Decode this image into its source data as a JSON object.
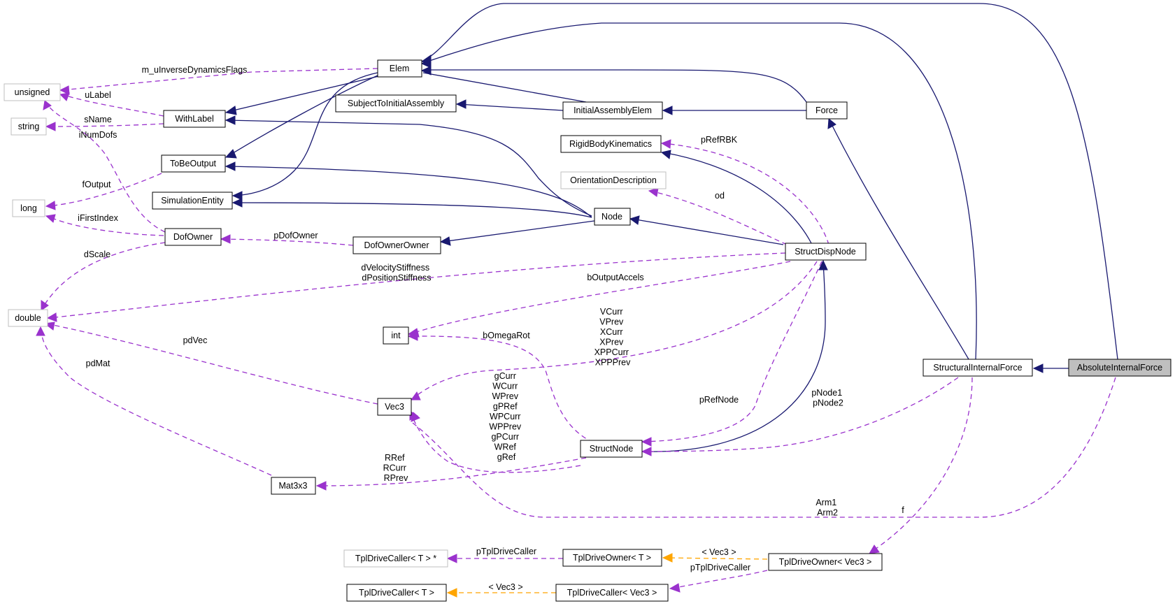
{
  "nodes": {
    "unsigned": "unsigned",
    "string": "string",
    "long": "long",
    "double": "double",
    "elem": "Elem",
    "withlabel": "WithLabel",
    "tobeoutput": "ToBeOutput",
    "simulationentity": "SimulationEntity",
    "dofowner": "DofOwner",
    "subjecttoinitialassembly": "SubjectToInitialAssembly",
    "initialassemblyelem": "InitialAssemblyElem",
    "force": "Force",
    "rigidbodykinematics": "RigidBodyKinematics",
    "orientationdescription": "OrientationDescription",
    "node": "Node",
    "dofownerowner": "DofOwnerOwner",
    "structdispnode": "StructDispNode",
    "int": "int",
    "vec3": "Vec3",
    "structnode": "StructNode",
    "mat3x3": "Mat3x3",
    "structuralinternalforce": "StructuralInternalForce",
    "absoluteinternalforce": "AbsoluteInternalForce",
    "tpldrivecaller_ptr": "TplDriveCaller< T > *",
    "tpldriveowner_t": "TplDriveOwner< T >",
    "tpldriveowner_vec3": "TplDriveOwner< Vec3 >",
    "tpldrivecaller_t": "TplDriveCaller< T >",
    "tpldrivecaller_vec3": "TplDriveCaller< Vec3 >"
  },
  "edge_labels": {
    "m_uinversedynamicsflags": [
      "m_uInverseDynamicsFlags"
    ],
    "ulabel": [
      "uLabel"
    ],
    "snmae": [
      "sName"
    ],
    "inumdofs": [
      "iNumDofs"
    ],
    "foutput": [
      "fOutput"
    ],
    "ifirstindex": [
      "iFirstIndex"
    ],
    "pdofowner": [
      "pDofOwner"
    ],
    "dscale": [
      "dScale"
    ],
    "dstiffness": [
      "dVelocityStiffness",
      "dPositionStiffness"
    ],
    "boutputaccels": [
      "bOutputAccels"
    ],
    "prefrbk": [
      "pRefRBK"
    ],
    "od": [
      "od"
    ],
    "vcurr_group": [
      "VCurr",
      "VPrev",
      "XCurr",
      "XPrev",
      "XPPCurr",
      "XPPPrev"
    ],
    "bomegarot": [
      "bOmegaRot"
    ],
    "pdvec": [
      "pdVec"
    ],
    "pdmat": [
      "pdMat"
    ],
    "gcurr_group": [
      "gCurr",
      "WCurr",
      "WPrev",
      "gPRef",
      "WPCurr",
      "WPPrev",
      "gPCurr",
      "WRef",
      "gRef"
    ],
    "rref_group": [
      "RRef",
      "RCurr",
      "RPrev"
    ],
    "prefnode": [
      "pRefNode"
    ],
    "pnode_group": [
      "pNode1",
      "pNode2"
    ],
    "arm_group": [
      "Arm1",
      "Arm2"
    ],
    "f": [
      "f"
    ],
    "vec3_template_a": [
      "< Vec3 >"
    ],
    "vec3_template_b": [
      "< Vec3 >"
    ],
    "ptpldrivecaller_a": [
      "pTplDriveCaller"
    ],
    "ptpldrivecaller_b": [
      "pTplDriveCaller"
    ]
  },
  "colors": {
    "inheritance": "#191970",
    "usage": "#9a32cd",
    "template": "#ffa500",
    "focus_fill": "#bfbfbf",
    "external_border": "#bfbfbf"
  }
}
